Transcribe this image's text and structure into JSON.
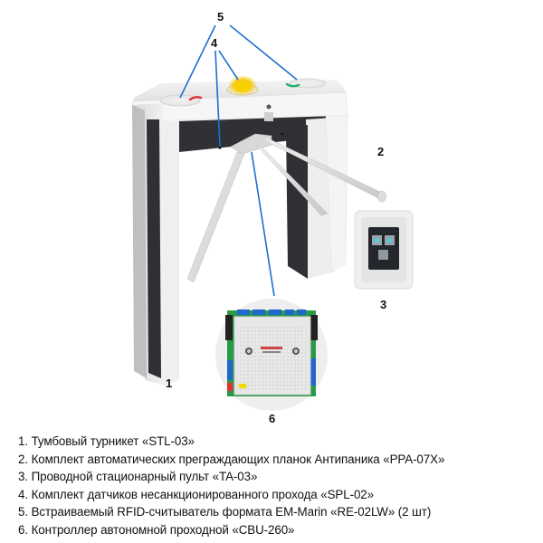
{
  "callouts": [
    {
      "id": "1",
      "label": "1"
    },
    {
      "id": "2",
      "label": "2"
    },
    {
      "id": "3",
      "label": "3"
    },
    {
      "id": "4",
      "label": "4"
    },
    {
      "id": "5",
      "label": "5"
    },
    {
      "id": "6",
      "label": "6"
    }
  ],
  "legend": {
    "items": [
      {
        "label": "1. Тумбовый турникет «STL-03»"
      },
      {
        "label": "2. Комплект автоматических преграждающих планок Антипаника «PPA-07X»"
      },
      {
        "label": "3. Проводной стационарный пульт «TA-03»"
      },
      {
        "label": "4. Комплект датчиков несанкционированного прохода «SPL-02»"
      },
      {
        "label": "5. Встраиваемый RFID-считыватель формата EM-Marin «RE-02LW» (2 шт)"
      },
      {
        "label": "6. Контроллер автономной проходной «CBU-260»"
      }
    ]
  },
  "colors": {
    "leader_line": "#1f6fd1",
    "frame_white": "#eeeeee",
    "panel_dark": "#2e3033",
    "indicator_red": "#e03030",
    "indicator_green": "#20b070",
    "sensor_yellow": "#f5c400",
    "pcb_green": "#2a9a48",
    "terminal_blue": "#2266cc",
    "remote_led": "#33ddee"
  }
}
